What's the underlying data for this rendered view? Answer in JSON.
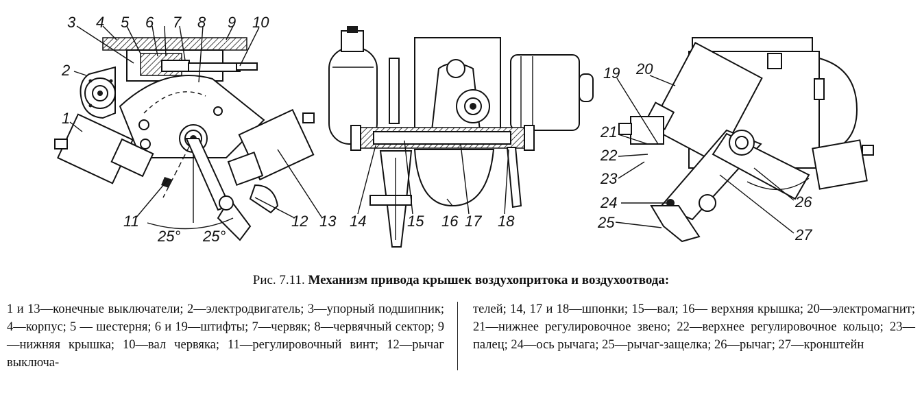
{
  "caption": {
    "prefix": "Рис. 7.11.",
    "title": "Механизм привода крышек воздухопритока и воздухоотвода:"
  },
  "legend": {
    "left": "1 и 13—конечные выключатели; 2—электродвигатель; 3—упорный подшипник; 4—корпус; 5 — шестерня; 6 и 19—штифты; 7—червяк; 8—червячный сектор; 9—нижняя крышка; 10—вал червяка; 11—регулировочный винт; 12—рычаг выключа-",
    "right": "телей; 14, 17 и 18—шпонки; 15—вал; 16— верхняя крышка; 20—электромагнит; 21—нижнее регулировочное звено; 22—верхнее регулировочное кольцо; 23—палец; 24—ось рычага; 25—рычаг-защелка; 26—рычаг; 27—кронштейн"
  },
  "labels": {
    "n1": "1",
    "n2": "2",
    "n3": "3",
    "n4": "4",
    "n5": "5",
    "n6": "6",
    "n7": "7",
    "n8": "8",
    "n9": "9",
    "n10": "10",
    "n11": "11",
    "n12": "12",
    "n13": "13",
    "n14": "14",
    "n15": "15",
    "n16": "16",
    "n17": "17",
    "n18": "18",
    "n19": "19",
    "n20": "20",
    "n21": "21",
    "n22": "22",
    "n23": "23",
    "n24": "24",
    "n25": "25",
    "n26": "26",
    "n27": "27",
    "angle_left": "25°",
    "angle_right": "25°"
  }
}
